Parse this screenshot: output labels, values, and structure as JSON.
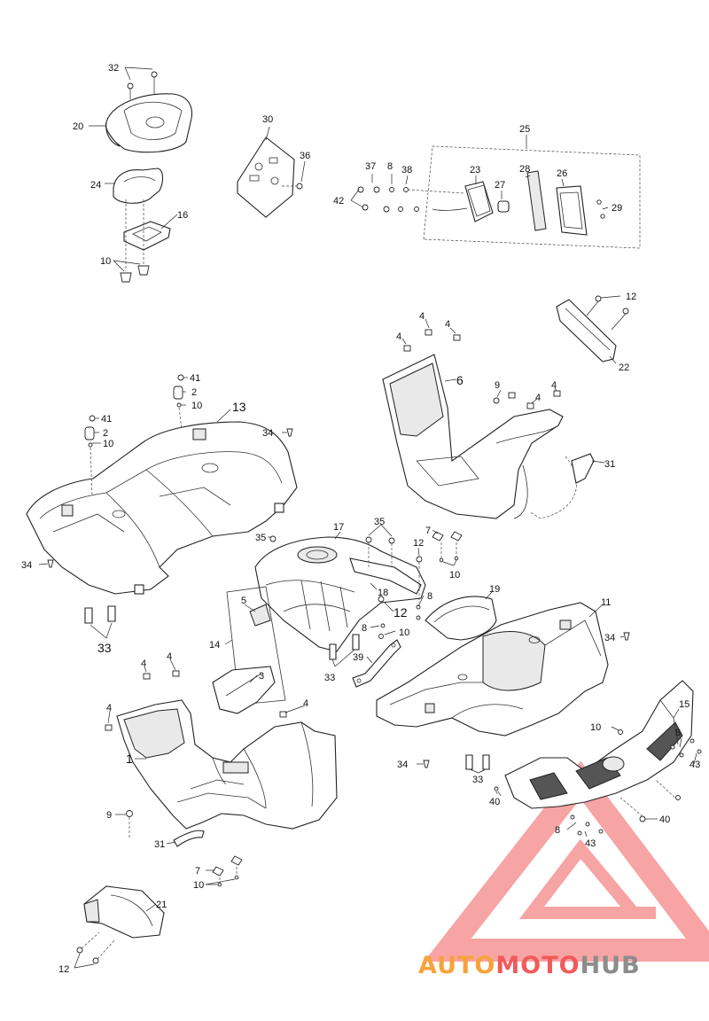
{
  "colors": {
    "line": "#222222",
    "watermark_red": "#f25a5a",
    "watermark_orange": "#f7a23c",
    "watermark_gray": "#8c8c8c"
  },
  "watermark": {
    "part1": "AUTO",
    "part2": "MOTO",
    "part3": "HUB"
  },
  "callouts": [
    {
      "id": "c32",
      "label": "32"
    },
    {
      "id": "c20",
      "label": "20"
    },
    {
      "id": "c24",
      "label": "24"
    },
    {
      "id": "c16",
      "label": "16"
    },
    {
      "id": "c10a",
      "label": "10"
    },
    {
      "id": "c30",
      "label": "30"
    },
    {
      "id": "c36",
      "label": "36"
    },
    {
      "id": "c25",
      "label": "25"
    },
    {
      "id": "c37",
      "label": "37"
    },
    {
      "id": "c8a",
      "label": "8"
    },
    {
      "id": "c38",
      "label": "38"
    },
    {
      "id": "c23",
      "label": "23"
    },
    {
      "id": "c28",
      "label": "28"
    },
    {
      "id": "c26",
      "label": "26"
    },
    {
      "id": "c27",
      "label": "27"
    },
    {
      "id": "c42",
      "label": "42"
    },
    {
      "id": "c29",
      "label": "29"
    },
    {
      "id": "c12a",
      "label": "12"
    },
    {
      "id": "c22",
      "label": "22"
    },
    {
      "id": "c4a",
      "label": "4"
    },
    {
      "id": "c4b",
      "label": "4"
    },
    {
      "id": "c4c",
      "label": "4"
    },
    {
      "id": "c6",
      "label": "6"
    },
    {
      "id": "c9a",
      "label": "9"
    },
    {
      "id": "c4d",
      "label": "4"
    },
    {
      "id": "c4e",
      "label": "4"
    },
    {
      "id": "c31a",
      "label": "31"
    },
    {
      "id": "c41a",
      "label": "41"
    },
    {
      "id": "c2a",
      "label": "2"
    },
    {
      "id": "c10b",
      "label": "10"
    },
    {
      "id": "c13",
      "label": "13"
    },
    {
      "id": "c41b",
      "label": "41"
    },
    {
      "id": "c2b",
      "label": "2"
    },
    {
      "id": "c10c",
      "label": "10"
    },
    {
      "id": "c34a",
      "label": "34"
    },
    {
      "id": "c34b",
      "label": "34"
    },
    {
      "id": "c35a",
      "label": "35"
    },
    {
      "id": "c35b",
      "label": "35"
    },
    {
      "id": "c17",
      "label": "17"
    },
    {
      "id": "c7a",
      "label": "7"
    },
    {
      "id": "c12b",
      "label": "12"
    },
    {
      "id": "c10d",
      "label": "10"
    },
    {
      "id": "c18",
      "label": "18"
    },
    {
      "id": "c8b",
      "label": "8"
    },
    {
      "id": "c12c",
      "label": "12"
    },
    {
      "id": "c19",
      "label": "19"
    },
    {
      "id": "c11",
      "label": "11"
    },
    {
      "id": "c33a",
      "label": "33"
    },
    {
      "id": "c8c",
      "label": "8"
    },
    {
      "id": "c10e",
      "label": "10"
    },
    {
      "id": "c34c",
      "label": "34"
    },
    {
      "id": "c5",
      "label": "5"
    },
    {
      "id": "c14",
      "label": "14"
    },
    {
      "id": "c3",
      "label": "3"
    },
    {
      "id": "c33b",
      "label": "33"
    },
    {
      "id": "c39",
      "label": "39"
    },
    {
      "id": "c4f",
      "label": "4"
    },
    {
      "id": "c4g",
      "label": "4"
    },
    {
      "id": "c4h",
      "label": "4"
    },
    {
      "id": "c4i",
      "label": "4"
    },
    {
      "id": "c15",
      "label": "15"
    },
    {
      "id": "c1",
      "label": "1"
    },
    {
      "id": "c10f",
      "label": "10"
    },
    {
      "id": "c8d",
      "label": "8"
    },
    {
      "id": "c43a",
      "label": "43"
    },
    {
      "id": "c34d",
      "label": "34"
    },
    {
      "id": "c33c",
      "label": "33"
    },
    {
      "id": "c40a",
      "label": "40"
    },
    {
      "id": "c9b",
      "label": "9"
    },
    {
      "id": "c40b",
      "label": "40"
    },
    {
      "id": "c8e",
      "label": "8"
    },
    {
      "id": "c43b",
      "label": "43"
    },
    {
      "id": "c31b",
      "label": "31"
    },
    {
      "id": "c7b",
      "label": "7"
    },
    {
      "id": "c10g",
      "label": "10"
    },
    {
      "id": "c21",
      "label": "21"
    },
    {
      "id": "c12d",
      "label": "12"
    }
  ]
}
